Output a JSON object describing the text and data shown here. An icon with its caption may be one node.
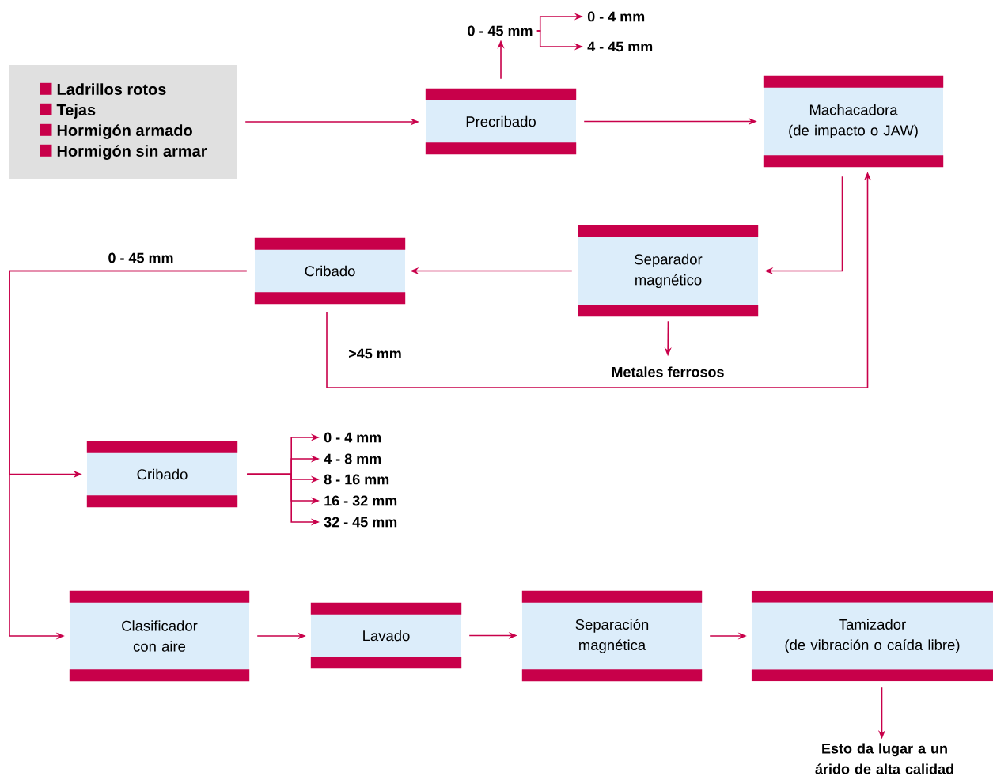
{
  "diagram": {
    "nodes": [
      {
        "text": [
          "Ladrillos rotos",
          "Tejas",
          "Hormigón armado",
          "Hormigón sin armar"
        ]
      },
      {
        "text": [
          "Precribado"
        ]
      },
      {
        "text": [
          "Machacadora (de impacto o JAW)"
        ]
      },
      {
        "text": [
          "Separador magnético"
        ]
      },
      {
        "text": [
          "Cribado"
        ]
      },
      {
        "text": [
          "Cribado"
        ]
      },
      {
        "text": [
          "Clasificador con aire"
        ]
      },
      {
        "text": [
          "Lavado"
        ]
      },
      {
        "text": [
          "Separación magnética"
        ]
      },
      {
        "text": [
          "Tamizador (de vibración o caída libre)"
        ]
      },
      {
        "text": [
          "0 - 45 mm"
        ]
      },
      {
        "text": [
          "0 - 4 mm"
        ]
      },
      {
        "text": [
          "4 - 45 mm"
        ]
      },
      {
        "text": [
          "Metales ferrosos"
        ]
      },
      {
        "text": [
          "0 - 4 mm"
        ]
      },
      {
        "text": [
          "4 - 8 mm"
        ]
      },
      {
        "text": [
          "8 - 16 mm"
        ]
      },
      {
        "text": [
          "16 - 32 mm"
        ]
      },
      {
        "text": [
          "32 - 45 mm"
        ]
      },
      {
        "text": [
          "Esto da lugar a un árido de alta calidad"
        ]
      }
    ],
    "edges": [
      {
        "from": 0,
        "to": 1,
        "arrow": "to"
      },
      {
        "from": 1,
        "to": 10,
        "arrow": "to"
      },
      {
        "from": 10,
        "to": 11,
        "arrow": "to"
      },
      {
        "from": 10,
        "to": 12,
        "arrow": "to"
      },
      {
        "from": 1,
        "to": 2,
        "arrow": "to"
      },
      {
        "from": 2,
        "to": 3,
        "arrow": "to"
      },
      {
        "from": 3,
        "to": 4,
        "arrow": "to"
      },
      {
        "from": 3,
        "to": 13,
        "arrow": "to"
      },
      {
        "from": 4,
        "to": 2,
        "arrow": "to",
        "label": ">45 mm"
      },
      {
        "from": 4,
        "to": 5,
        "arrow": "to",
        "label": "0 - 45 mm"
      },
      {
        "from": 4,
        "to": 6,
        "arrow": "to"
      },
      {
        "from": 5,
        "to": 14,
        "arrow": "to"
      },
      {
        "from": 5,
        "to": 15,
        "arrow": "to"
      },
      {
        "from": 5,
        "to": 16,
        "arrow": "to"
      },
      {
        "from": 5,
        "to": 17,
        "arrow": "to"
      },
      {
        "from": 5,
        "to": 18,
        "arrow": "to"
      },
      {
        "from": 6,
        "to": 7,
        "arrow": "to"
      },
      {
        "from": 7,
        "to": 8,
        "arrow": "to"
      },
      {
        "from": 8,
        "to": 9,
        "arrow": "to"
      },
      {
        "from": 9,
        "to": 19,
        "arrow": "to"
      }
    ]
  }
}
